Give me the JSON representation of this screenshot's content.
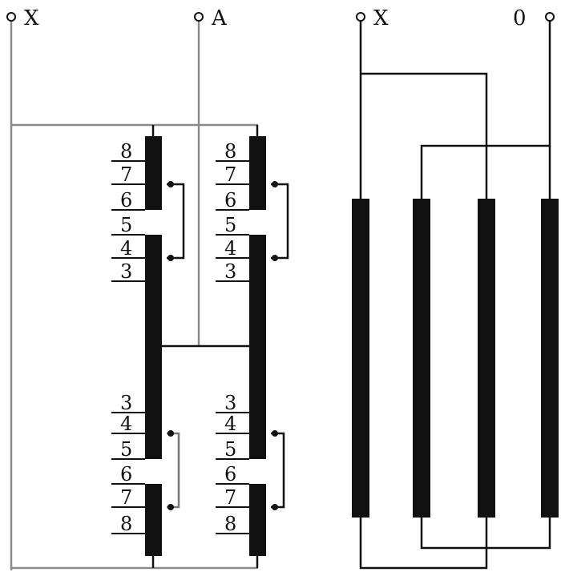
{
  "colors": {
    "wire": "#111111",
    "gray_wire": "#8a8a8a",
    "coil": "#111111",
    "terminal": "#111111"
  },
  "terminals": {
    "left_x": "X",
    "left_a": "A",
    "right_x": "X",
    "right_zero": "0"
  },
  "left_assembly": {
    "upper_taps": [
      "8",
      "7",
      "6",
      "5",
      "4",
      "3"
    ],
    "lower_taps": [
      "3",
      "4",
      "5",
      "6",
      "7",
      "8"
    ]
  },
  "right_assembly": {
    "winding_count": 4
  }
}
